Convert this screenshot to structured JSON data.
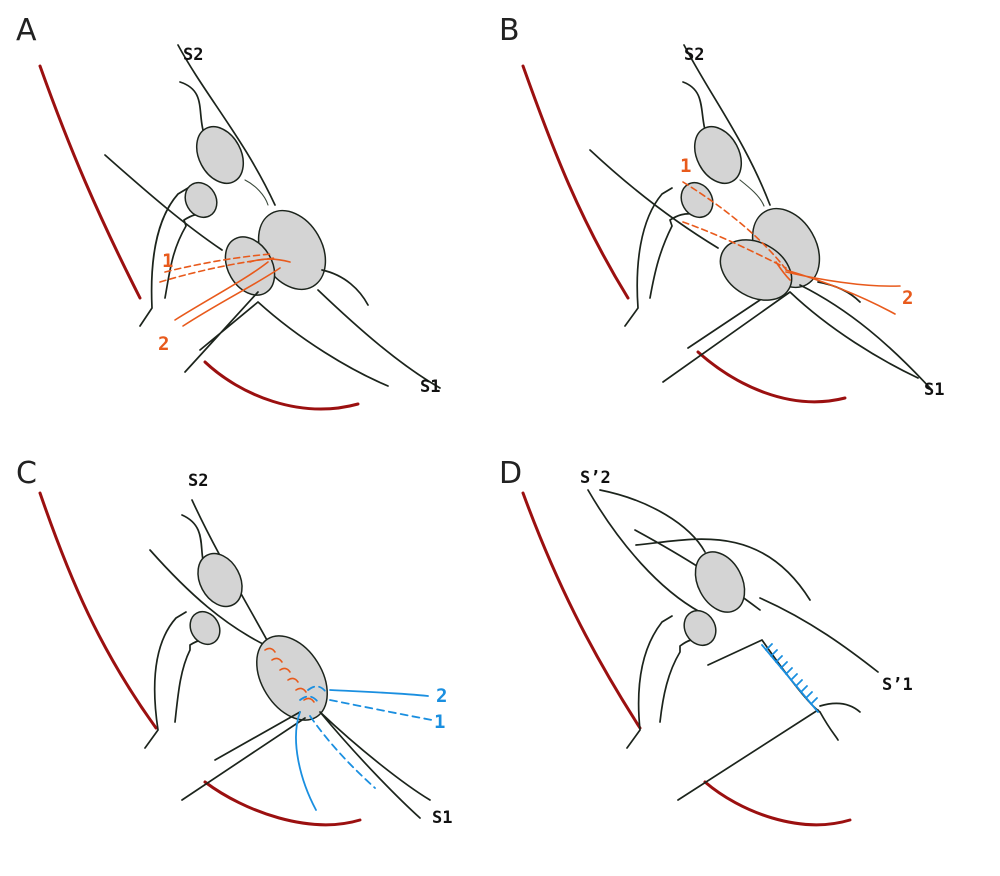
{
  "panels": {
    "a": {
      "letter": "A",
      "label_top": "S2",
      "label_bottom": "S1",
      "suture_1": "1",
      "suture_2": "2"
    },
    "b": {
      "letter": "B",
      "label_top": "S2",
      "label_bottom": "S1",
      "suture_1": "1",
      "suture_2": "2"
    },
    "c": {
      "letter": "C",
      "label_top": "S2",
      "label_bottom": "S1",
      "suture_1": "1",
      "suture_2": "2"
    },
    "d": {
      "letter": "D",
      "label_top": "S’2",
      "label_bottom": "S’1"
    }
  },
  "colors": {
    "wall": "#9b1010",
    "suture_a_b": "#e85a1c",
    "suture_c": "#1a8fe0",
    "disc_fill": "#d4d4d4"
  }
}
